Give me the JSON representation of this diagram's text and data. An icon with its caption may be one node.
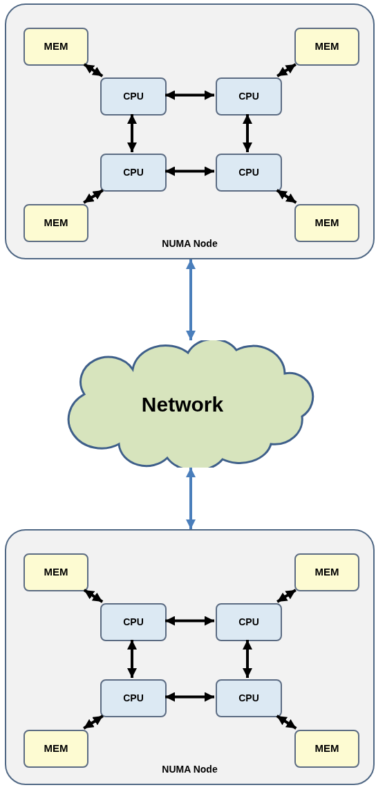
{
  "diagram": {
    "nodes": [
      {
        "text": [
          "NUMA Node"
        ]
      },
      {
        "text": [
          "MEM"
        ],
        "in": 0
      },
      {
        "text": [
          "MEM"
        ],
        "in": 0
      },
      {
        "text": [
          "CPU"
        ],
        "in": 0
      },
      {
        "text": [
          "CPU"
        ],
        "in": 0
      },
      {
        "text": [
          "CPU"
        ],
        "in": 0
      },
      {
        "text": [
          "CPU"
        ],
        "in": 0
      },
      {
        "text": [
          "MEM"
        ],
        "in": 0
      },
      {
        "text": [
          "MEM"
        ],
        "in": 0
      },
      {
        "text": [
          "Network"
        ]
      },
      {
        "text": [
          "NUMA Node"
        ]
      },
      {
        "text": [
          "MEM"
        ],
        "in": 10
      },
      {
        "text": [
          "MEM"
        ],
        "in": 10
      },
      {
        "text": [
          "CPU"
        ],
        "in": 10
      },
      {
        "text": [
          "CPU"
        ],
        "in": 10
      },
      {
        "text": [
          "CPU"
        ],
        "in": 10
      },
      {
        "text": [
          "CPU"
        ],
        "in": 10
      },
      {
        "text": [
          "MEM"
        ],
        "in": 10
      },
      {
        "text": [
          "MEM"
        ],
        "in": 10
      }
    ],
    "edges": [
      {
        "from": 1,
        "to": 3,
        "arrow": "both"
      },
      {
        "from": 2,
        "to": 4,
        "arrow": "both"
      },
      {
        "from": 3,
        "to": 4,
        "arrow": "both"
      },
      {
        "from": 3,
        "to": 5,
        "arrow": "both"
      },
      {
        "from": 4,
        "to": 6,
        "arrow": "both"
      },
      {
        "from": 5,
        "to": 6,
        "arrow": "both"
      },
      {
        "from": 7,
        "to": 5,
        "arrow": "both"
      },
      {
        "from": 8,
        "to": 6,
        "arrow": "both"
      },
      {
        "from": 0,
        "to": 9,
        "arrow": "both",
        "color": "#4a7ebb"
      },
      {
        "from": 9,
        "to": 10,
        "arrow": "both",
        "color": "#4a7ebb"
      },
      {
        "from": 11,
        "to": 13,
        "arrow": "both"
      },
      {
        "from": 12,
        "to": 14,
        "arrow": "both"
      },
      {
        "from": 13,
        "to": 14,
        "arrow": "both"
      },
      {
        "from": 13,
        "to": 15,
        "arrow": "both"
      },
      {
        "from": 14,
        "to": 16,
        "arrow": "both"
      },
      {
        "from": 15,
        "to": 16,
        "arrow": "both"
      },
      {
        "from": 17,
        "to": 15,
        "arrow": "both"
      },
      {
        "from": 18,
        "to": 16,
        "arrow": "both"
      }
    ]
  }
}
